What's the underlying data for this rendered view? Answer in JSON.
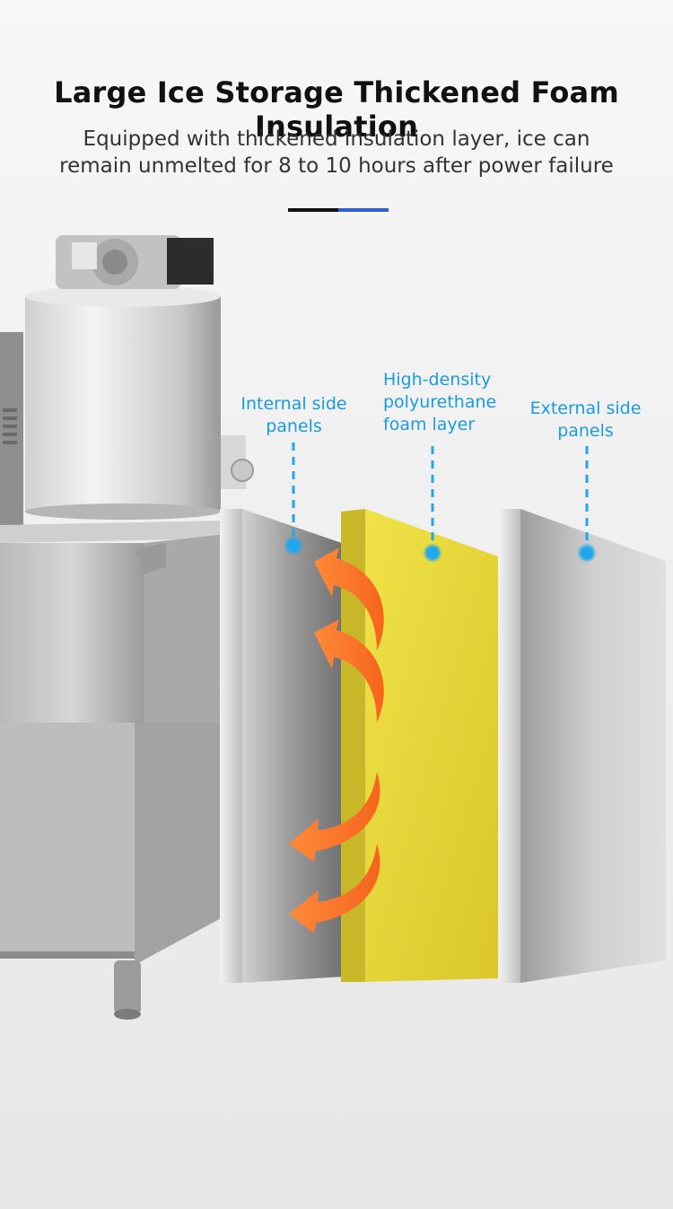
{
  "header": {
    "title": "Large Ice Storage Thickened Foam Insulation",
    "subtitle_line1": "Equipped with thickened insulation layer, ice can",
    "subtitle_line2": "remain unmelted for 8 to 10 hours after power failure"
  },
  "labels": {
    "internal_line1": "Internal side",
    "internal_line2": "panels",
    "foam_line1": "High-density",
    "foam_line2": "polyurethane",
    "foam_line3": "foam layer",
    "external_line1": "External side",
    "external_line2": "panels"
  },
  "colors": {
    "accent_blue": "#1a9be0",
    "divider_blue": "#2f5fd0",
    "foam_yellow": "#e9d93a",
    "arrow_orange": "#f37a2a"
  }
}
